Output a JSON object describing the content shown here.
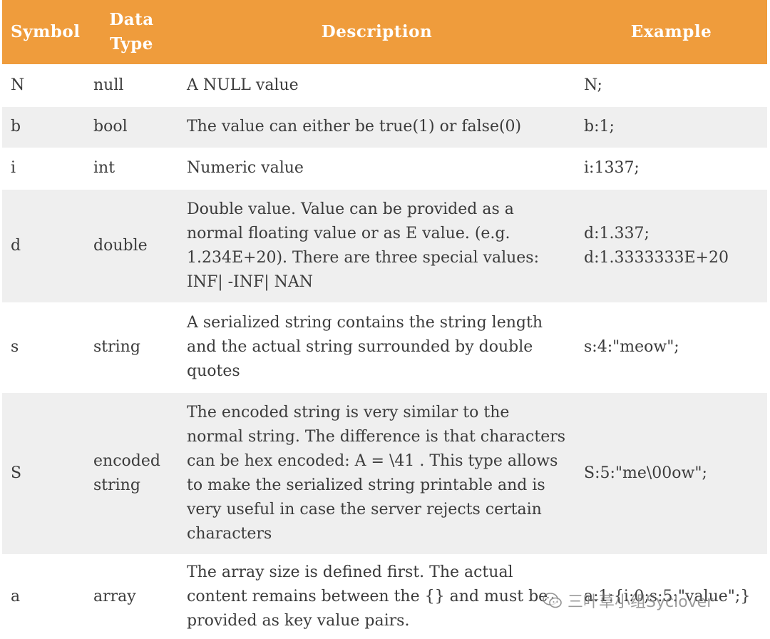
{
  "table": {
    "headers": {
      "symbol": "Symbol",
      "data_type": "Data Type",
      "description": "Description",
      "example": "Example"
    },
    "rows": [
      {
        "symbol": "N",
        "type": "null",
        "description": "A NULL value",
        "example": "N;"
      },
      {
        "symbol": "b",
        "type": "bool",
        "description": "The value can either be true(1) or false(0)",
        "example": "b:1;"
      },
      {
        "symbol": "i",
        "type": "int",
        "description": "Numeric value",
        "example": "i:1337;"
      },
      {
        "symbol": "d",
        "type": "double",
        "description": "Double value. Value can be provided as a normal floating value or as E value. (e.g. 1.234E+20). There are three special values: INF| -INF| NAN",
        "example": "d:1.337; d:1.3333333E+20"
      },
      {
        "symbol": "s",
        "type": "string",
        "description": "A serialized string contains the string length and the actual string surrounded by double quotes",
        "example": "s:4:\"meow\";"
      },
      {
        "symbol": "S",
        "type": "encoded string",
        "description": "The encoded string is very similar to the normal string. The difference is that characters can be hex encoded: A = \\41 . This type allows to make the serialized string printable and is very useful in case the server rejects certain characters",
        "example": "S:5:\"me\\00ow\";"
      },
      {
        "symbol": "a",
        "type": "array",
        "description": "The array size is defined first. The actual content remains between the {} and must be provided as key value pairs.",
        "example": "a:1:{i:0;s:5:\"value\";}"
      }
    ]
  },
  "watermark": {
    "text": "三叶草小组Syclover",
    "icon": "wechat-icon"
  },
  "colors": {
    "header_bg": "#ef9c3c",
    "header_text": "#ffffff",
    "row_alt_bg": "#efefef",
    "body_text": "#3b3b3b"
  }
}
